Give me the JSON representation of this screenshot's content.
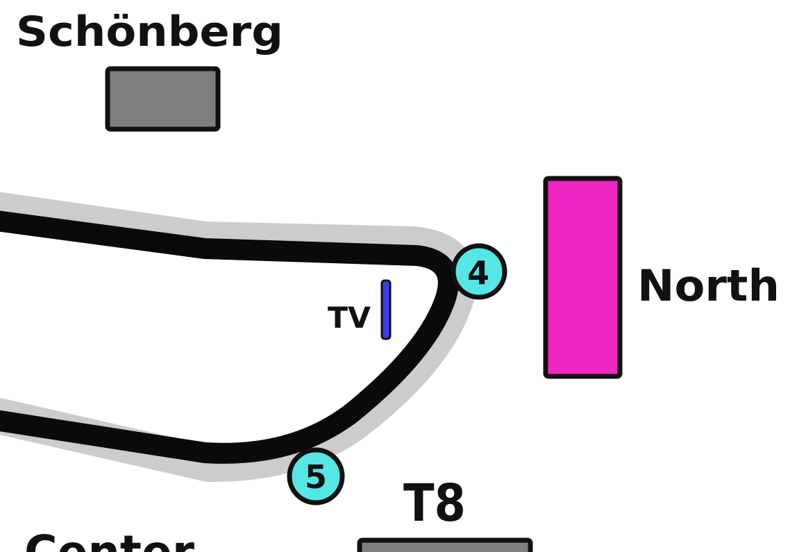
{
  "labels": {
    "schonberg": "Schönberg",
    "north": "North",
    "tv": "TV",
    "t8": "T8",
    "center": "Center"
  },
  "turns": {
    "turn4": "4",
    "turn5": "5"
  },
  "colors": {
    "track": "#0a0a0a",
    "runoff": "#cccccc",
    "grandstand_gray": "#7f7f7f",
    "grandstand_north": "#f026c2",
    "tv_tower": "#3b3bf0",
    "turn_marker": "#55e6e6",
    "outline": "#111111"
  }
}
